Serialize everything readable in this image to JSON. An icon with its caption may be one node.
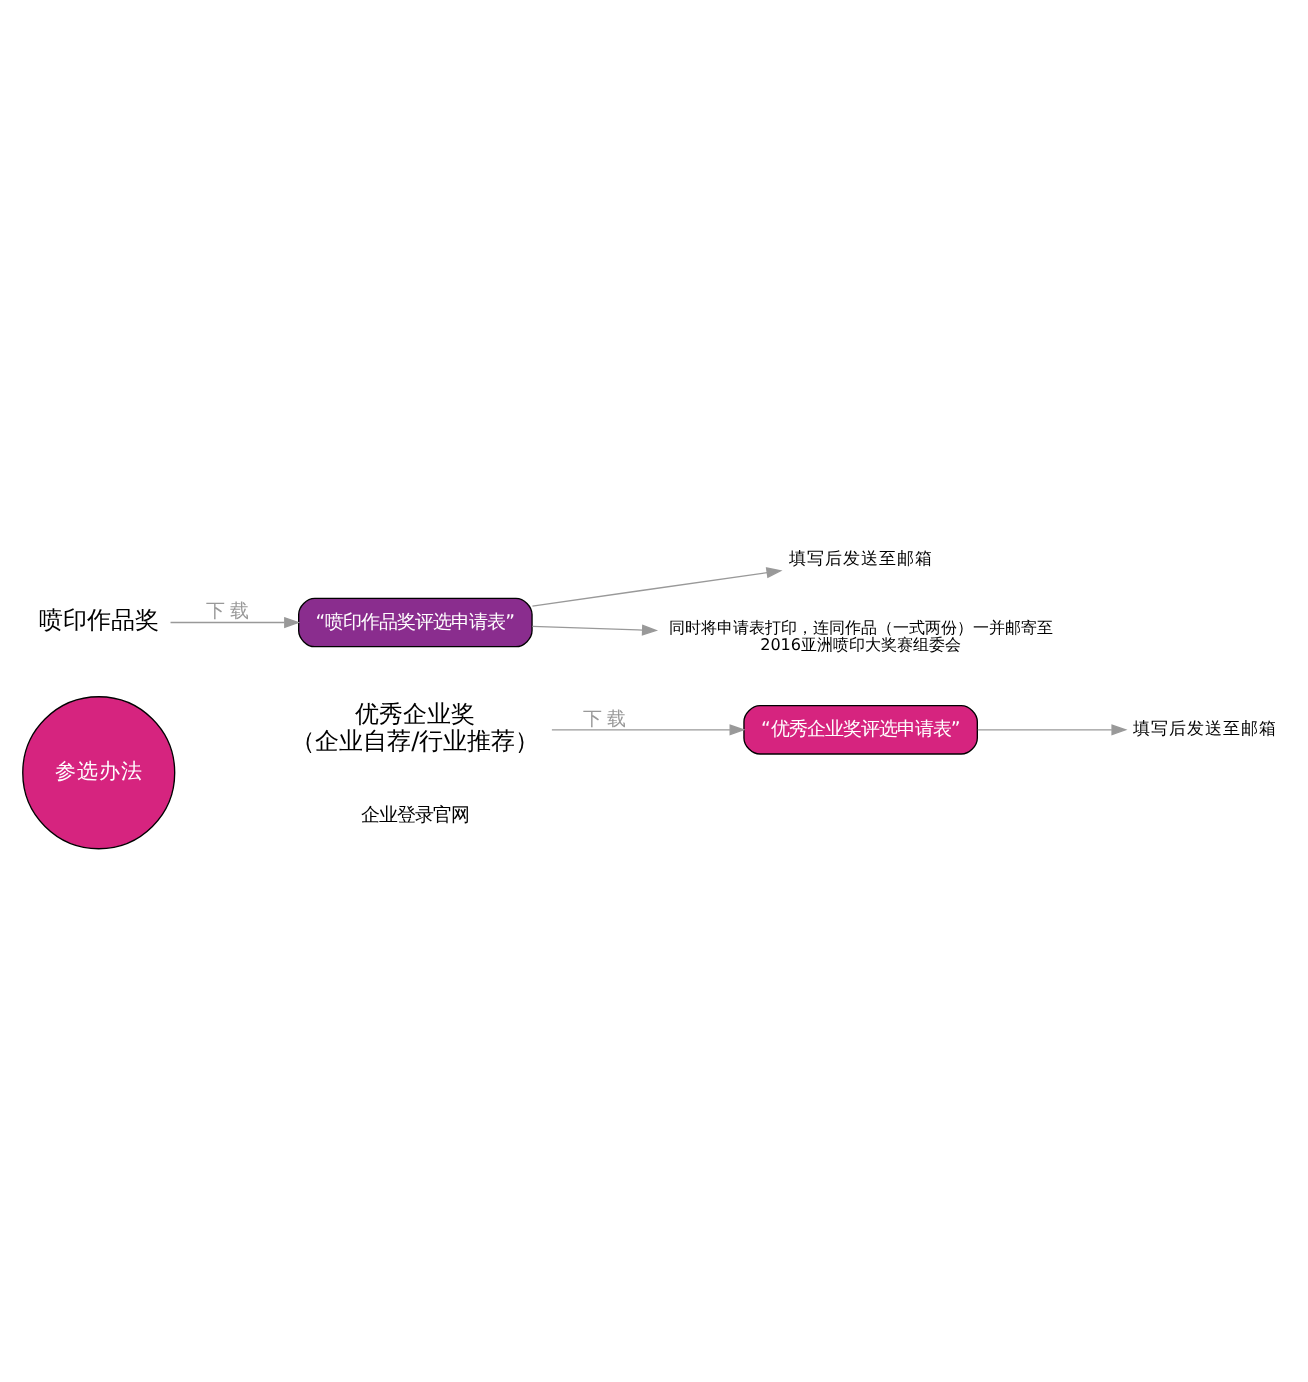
{
  "diagram": {
    "nodes": [
      {
        "text": [
          "参选办法"
        ]
      },
      {
        "text": [
          "优秀企业奖",
          "（企业自荐/行业推荐）"
        ]
      },
      {
        "text": [
          "“优秀企业奖评选申请表”"
        ]
      },
      {
        "text": [
          "填写后发送至邮箱"
        ]
      },
      {
        "text": [
          "喷印作品奖"
        ]
      },
      {
        "text": [
          "“喷印作品奖评选申请表”"
        ]
      },
      {
        "text": [
          "填写后发送至邮箱"
        ]
      },
      {
        "text": [
          "同时将申请表打印，连同作品（一式两份）一并邮寄至",
          "2016亚洲喷印大奖赛组委会"
        ]
      }
    ],
    "edges": [
      {
        "from": 1,
        "to": 2,
        "arrow": "to",
        "label": "下 载"
      },
      {
        "from": 2,
        "to": 3,
        "arrow": "to"
      },
      {
        "from": 4,
        "to": 5,
        "arrow": "to",
        "label": "下 载"
      },
      {
        "from": 5,
        "to": 6,
        "arrow": "to"
      },
      {
        "from": 5,
        "to": 7,
        "arrow": "to"
      }
    ],
    "labels": [
      "企业登录官网"
    ]
  }
}
